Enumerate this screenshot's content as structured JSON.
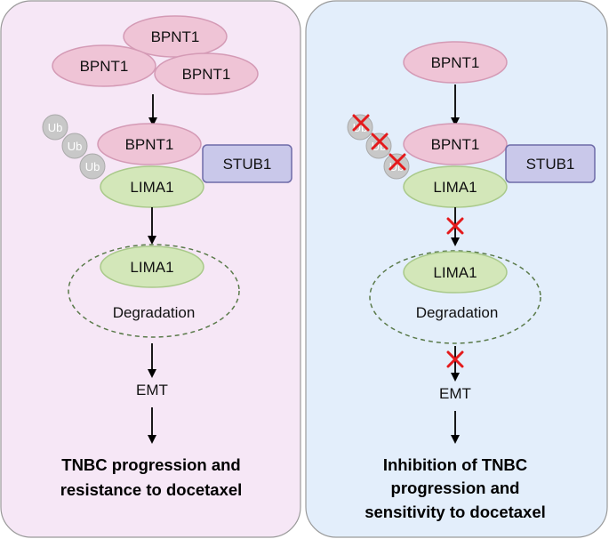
{
  "colors": {
    "left_panel_bg": "#f6e7f6",
    "right_panel_bg": "#e3eefb",
    "panel_border": "#9a9a9a",
    "bpnt1_fill": "#efc4d6",
    "bpnt1_stroke": "#d49ab5",
    "lima1_fill": "#d3e7b9",
    "lima1_stroke": "#a9c98a",
    "stub1_fill": "#c9c8ea",
    "stub1_stroke": "#6e6ba8",
    "ub_fill": "#c8c8c8",
    "degradation_ring": "#5a7a4a",
    "block_mark": "#e41a1c",
    "arrow": "#000000"
  },
  "left_panel": {
    "bpnt1_labels": [
      "BPNT1",
      "BPNT1",
      "BPNT1"
    ],
    "complex": {
      "bpnt1": "BPNT1",
      "lima1": "LIMA1",
      "stub1": "STUB1",
      "ub_tags": [
        "Ub",
        "Ub",
        "Ub"
      ]
    },
    "degradation": {
      "protein": "LIMA1",
      "label": "Degradation"
    },
    "emt": "EMT",
    "conclusion": [
      "TNBC progression and",
      "resistance to docetaxel"
    ]
  },
  "right_panel": {
    "bpnt1_label": "BPNT1",
    "complex": {
      "bpnt1": "BPNT1",
      "lima1": "LIMA1",
      "stub1": "STUB1",
      "ub_tags": [
        "Ub",
        "Ub",
        "Ub"
      ]
    },
    "degradation": {
      "protein": "LIMA1",
      "label": "Degradation"
    },
    "emt": "EMT",
    "conclusion": [
      "Inhibition of TNBC",
      "progression and",
      "sensitivity to docetaxel"
    ]
  }
}
